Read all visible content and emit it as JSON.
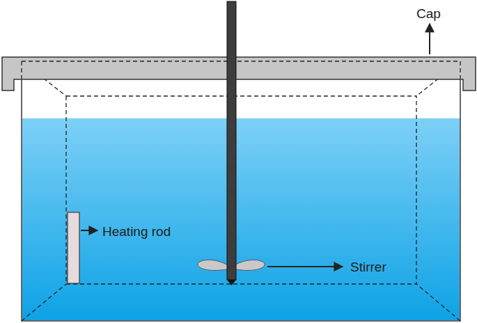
{
  "diagram": {
    "labels": [
      "Cap",
      "Heating rod",
      "Stirrer"
    ]
  }
}
